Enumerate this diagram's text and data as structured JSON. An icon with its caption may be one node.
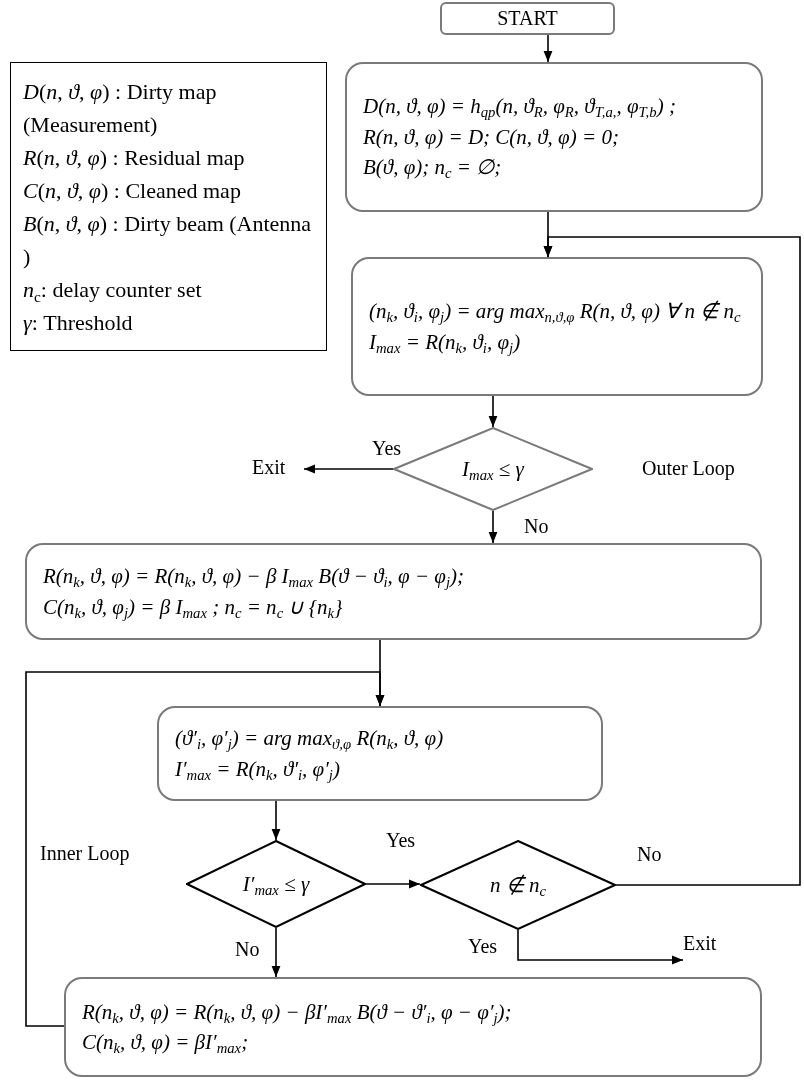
{
  "diagram": {
    "nodes": [
      {
        "text": [
          "START"
        ]
      },
      {
        "text": [
          "*D*(*n*, *ϑ*, *φ*) : Dirty map (Measurement)",
          "*R*(*n*, *ϑ*, *φ*) : Residual map",
          "*C*(*n*, *ϑ*, *φ*) : Cleaned map",
          "*B*(*n*, *ϑ*, *φ*) : Dirty beam (Antenna )",
          "*n*$_{c}$: delay counter set",
          "*γ*: Threshold"
        ]
      },
      {
        "text": [
          "D(n, ϑ, φ) = h$_{qp}$(n, ϑ$_{R}$, φ$_{R}$, ϑ$_{T,a,}$, φ$_{T,b}$) ;",
          "R(n, ϑ, φ) = D;  C(n, ϑ, φ) = 0;",
          "B(ϑ, φ); n$_{c}$ = ∅;"
        ]
      },
      {
        "text": [
          "(n$_{k}$, ϑ$_{i}$, φ$_{j}$) = arg max$_{n,ϑ,φ}$ R(n, ϑ, φ) ∀ n ∉ n$_{c}$",
          "I$_{max}$ = R(n$_{k}$, ϑ$_{i}$, φ$_{j}$)"
        ]
      },
      {
        "text": [
          "I$_{max}$ ≤ γ"
        ]
      },
      {
        "text": [
          "Exit"
        ]
      },
      {
        "text": [
          "R(n$_{k}$, ϑ, φ) = R(n$_{k}$, ϑ, φ) − β I$_{max}$ B(ϑ − ϑ$_{i}$, φ − φ$_{j}$);",
          "C(n$_{k}$, ϑ, φ$_{j}$) = β I$_{max}$ ;  n$_{c}$ = n$_{c}$ ∪ {n$_{k}$}"
        ]
      },
      {
        "text": [
          "(ϑ′$_{i}$, φ′$_{j}$) = arg max$_{ϑ,φ}$ R(n$_{k}$, ϑ, φ)",
          "I′$_{max}$ = R(n$_{k}$, ϑ′$_{i}$, φ′$_{j}$)"
        ]
      },
      {
        "text": [
          "I′$_{max}$ ≤ γ"
        ]
      },
      {
        "text": [
          "n ∉ n$_{c}$"
        ]
      },
      {
        "text": [
          "Exit"
        ]
      },
      {
        "text": [
          "R(n$_{k}$, ϑ, φ) = R(n$_{k}$, ϑ, φ) − βI′$_{max}$ B(ϑ − ϑ′$_{i}$, φ − φ′$_{j}$);",
          "C(n$_{k}$, ϑ, φ) = βI′$_{max}$;"
        ]
      }
    ],
    "edges": [
      {
        "from": 0,
        "to": 2,
        "arrow": "to"
      },
      {
        "from": 2,
        "to": 3,
        "arrow": "to"
      },
      {
        "from": 3,
        "to": 4,
        "arrow": "to"
      },
      {
        "from": 4,
        "to": 5,
        "arrow": "to",
        "label": "Yes"
      },
      {
        "from": 4,
        "to": 6,
        "arrow": "to",
        "label": "No"
      },
      {
        "from": 6,
        "to": 7,
        "arrow": "to"
      },
      {
        "from": 7,
        "to": 8,
        "arrow": "to"
      },
      {
        "from": 8,
        "to": 9,
        "arrow": "to",
        "label": "Yes"
      },
      {
        "from": 8,
        "to": 11,
        "arrow": "to",
        "label": "No"
      },
      {
        "from": 9,
        "to": 10,
        "arrow": "to",
        "label": "Yes"
      },
      {
        "from": 9,
        "to": 3,
        "arrow": "to",
        "label": "No"
      },
      {
        "from": 11,
        "to": 7,
        "arrow": "to"
      }
    ],
    "labels": [
      "Outer Loop",
      "Inner Loop"
    ]
  }
}
